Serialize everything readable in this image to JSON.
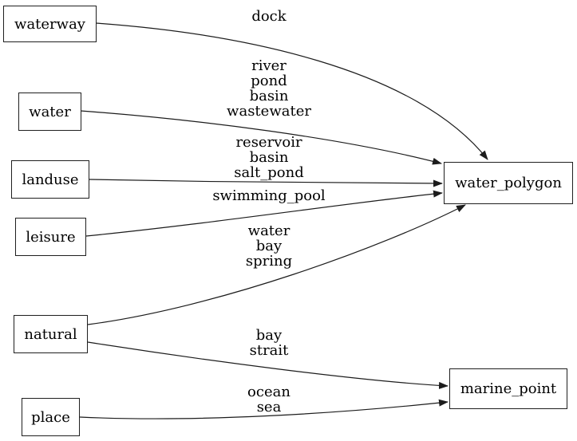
{
  "diagram": {
    "type": "directed-graph",
    "background_color": "#ffffff",
    "node_border_color": "#1f1f1f",
    "edge_color": "#1c1c1c",
    "text_color": "#000000",
    "nodes": [
      {
        "id": "waterway",
        "label": "waterway"
      },
      {
        "id": "water",
        "label": "water"
      },
      {
        "id": "landuse",
        "label": "landuse"
      },
      {
        "id": "leisure",
        "label": "leisure"
      },
      {
        "id": "natural",
        "label": "natural"
      },
      {
        "id": "place",
        "label": "place"
      },
      {
        "id": "water_polygon",
        "label": "water_polygon"
      },
      {
        "id": "marine_point",
        "label": "marine_point"
      }
    ],
    "edges": [
      {
        "from": "waterway",
        "to": "water_polygon",
        "label_lines": [
          "dock"
        ]
      },
      {
        "from": "water",
        "to": "water_polygon",
        "label_lines": [
          "river",
          "pond",
          "basin",
          "wastewater"
        ]
      },
      {
        "from": "landuse",
        "to": "water_polygon",
        "label_lines": [
          "reservoir",
          "basin",
          "salt_pond"
        ]
      },
      {
        "from": "leisure",
        "to": "water_polygon",
        "label_lines": [
          "swimming_pool"
        ]
      },
      {
        "from": "natural",
        "to": "water_polygon",
        "label_lines": [
          "water",
          "bay",
          "spring"
        ]
      },
      {
        "from": "natural",
        "to": "marine_point",
        "label_lines": [
          "bay",
          "strait"
        ]
      },
      {
        "from": "place",
        "to": "marine_point",
        "label_lines": [
          "ocean",
          "sea"
        ]
      }
    ]
  }
}
